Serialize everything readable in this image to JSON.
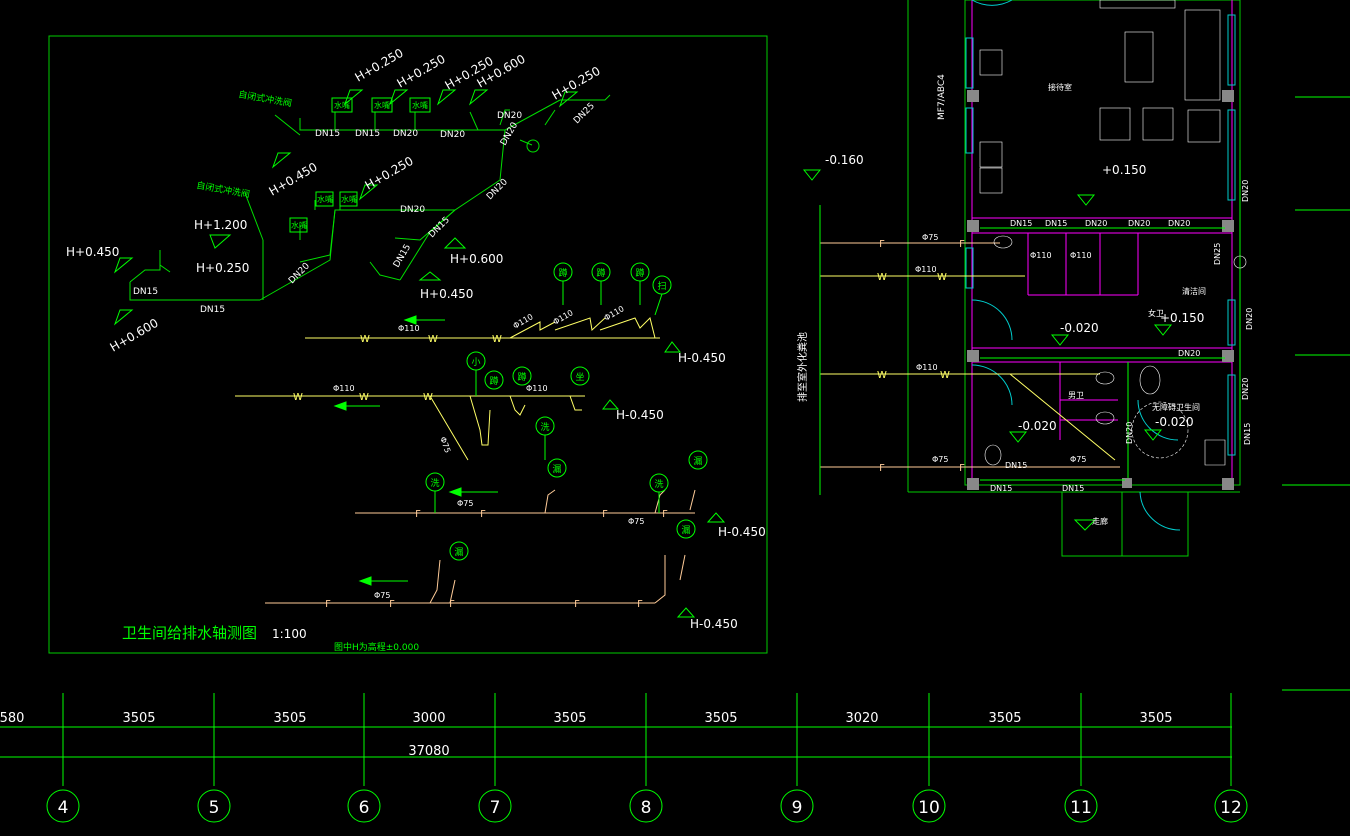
{
  "axo": {
    "title": "卫生间给排水轴测图",
    "scale": "1:100",
    "note": "图中H为高程±0.000",
    "elevations": [
      "H+0.250",
      "H+0.250",
      "H+0.250",
      "H+0.600",
      "H+0.250",
      "H+0.450",
      "H+0.250",
      "H+1.200",
      "H+0.250",
      "H+0.450",
      "H+0.600",
      "H+0.600",
      "H+0.450",
      "H-0.450",
      "H-0.450",
      "H-0.450",
      "H-0.450"
    ],
    "notes": [
      "自闭式冲洗阀",
      "自闭式冲洗阀"
    ],
    "faucet_labels": [
      "水嘴",
      "水嘴",
      "水嘴",
      "水嘴",
      "水嘴",
      "水嘴"
    ],
    "pipe_labels": [
      "DN15",
      "DN15",
      "DN20",
      "DN20",
      "DN20",
      "DN25",
      "DN20",
      "DN20",
      "DN20",
      "DN15",
      "DN15",
      "DN15",
      "DN15",
      "DN20"
    ],
    "drain_labels": [
      "Φ110",
      "Φ110",
      "Φ110",
      "Φ110",
      "Φ110",
      "Φ110",
      "Φ75",
      "Φ75",
      "Φ75",
      "Φ75"
    ],
    "fixtures": [
      "蹲",
      "蹲",
      "蹲",
      "扫",
      "小",
      "蹲",
      "蹲",
      "坐",
      "洗",
      "洗",
      "洗",
      "漏",
      "漏",
      "漏",
      "漏"
    ],
    "pipe_letters_w": [
      "W",
      "W",
      "W",
      "W",
      "W",
      "W"
    ],
    "pipe_letters_f": [
      "F",
      "F",
      "F",
      "F",
      "F",
      "F",
      "F",
      "F",
      "F"
    ]
  },
  "plan": {
    "elevations": [
      "-0.160",
      "+0.150",
      "-0.020",
      "+0.150",
      "-0.020",
      "-0.020"
    ],
    "room_labels": [
      "接待室",
      "清洁间",
      "女卫",
      "男卫",
      "无障碍卫生间",
      "走廊"
    ],
    "pipe_labels": [
      "DN15",
      "DN15",
      "DN20",
      "DN20",
      "DN20",
      "DN20",
      "DN25",
      "DN20",
      "DN20",
      "DN20",
      "DN15",
      "DN15",
      "DN20",
      "DN15",
      "DN15"
    ],
    "drain_labels": [
      "Φ75",
      "Φ110",
      "Φ110",
      "Φ75",
      "Φ75",
      "Φ110",
      "Φ110"
    ],
    "side_label": "排至室外化粪池",
    "door_tag": "MF7/ABC4",
    "letters_f": [
      "F",
      "F",
      "F",
      "F"
    ],
    "letters_w": [
      "W",
      "W",
      "W",
      "W"
    ]
  },
  "axis": {
    "spans": [
      "580",
      "3505",
      "3505",
      "3000",
      "3505",
      "3505",
      "3020",
      "3505",
      "3505"
    ],
    "total": "37080",
    "labels": [
      "4",
      "5",
      "6",
      "7",
      "8",
      "9",
      "10",
      "11",
      "12"
    ]
  }
}
